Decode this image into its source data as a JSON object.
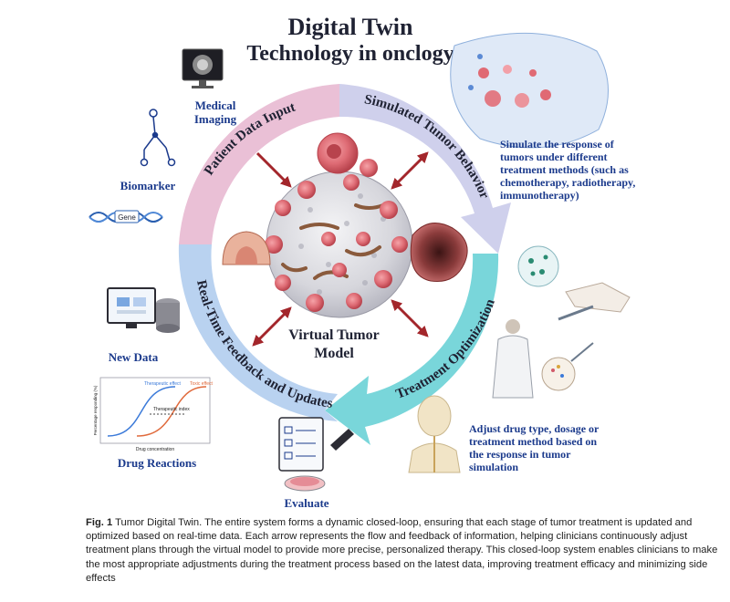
{
  "title": {
    "line1": "Digital Twin",
    "line2": "Technology in onclogy"
  },
  "ring_segments": {
    "patient_data_input": "Patient Data Input",
    "simulated_tumor_behavior": "Simulated Tumor Behavior",
    "treatment_optimization": "Treatment Optimization",
    "realtime_feedback": "Real-Time Feedback and Updates"
  },
  "center": {
    "line1": "Virtual Tumor",
    "line2": "Model"
  },
  "labels": {
    "medical_imaging_1": "Medical",
    "medical_imaging_2": "Imaging",
    "biomarker": "Biomarker",
    "gene": "Gene",
    "new_data": "New Data",
    "drug_reactions": "Drug Reactions",
    "evaluate": "Evaluate"
  },
  "simulate_text": [
    "Simulate the response of",
    "tumors under different",
    "treatment methods (such as",
    "chemotherapy, radiotherapy,",
    "immunotherapy)"
  ],
  "adjust_text": [
    "Adjust drug type, dosage or",
    "treatment method based on",
    "the response in tumor",
    "simulation"
  ],
  "drug_chart": {
    "ylabel": "Percentage responding (%)",
    "xlabel": "Drug concentration",
    "therapeutic_effect": "Therapeutic effect",
    "toxic_effect": "Toxic effect",
    "therapeutic_index": "Therapeutic index"
  },
  "caption": {
    "label": "Fig. 1",
    "text": "Tumor Digital Twin. The entire system forms a dynamic closed-loop, ensuring that each stage of tumor treatment is updated and optimized based on real-time data. Each arrow represents the flow and feedback of information, helping clinicians continuously adjust treatment plans through the virtual model to provide more precise, personalized therapy. This closed-loop system enables clinicians to make the most appropriate adjustments during the treatment process based on the latest data, improving treatment efficacy and minimizing side effects"
  },
  "colors": {
    "pink_segment": "#eac0d6",
    "lavender_segment": "#cfd0ec",
    "cyan_segment": "#79d6da",
    "blue_segment": "#b9d2f0",
    "title": "#1f2233",
    "blue_text": "#1b3a8c",
    "arrow_red": "#a3262b"
  }
}
